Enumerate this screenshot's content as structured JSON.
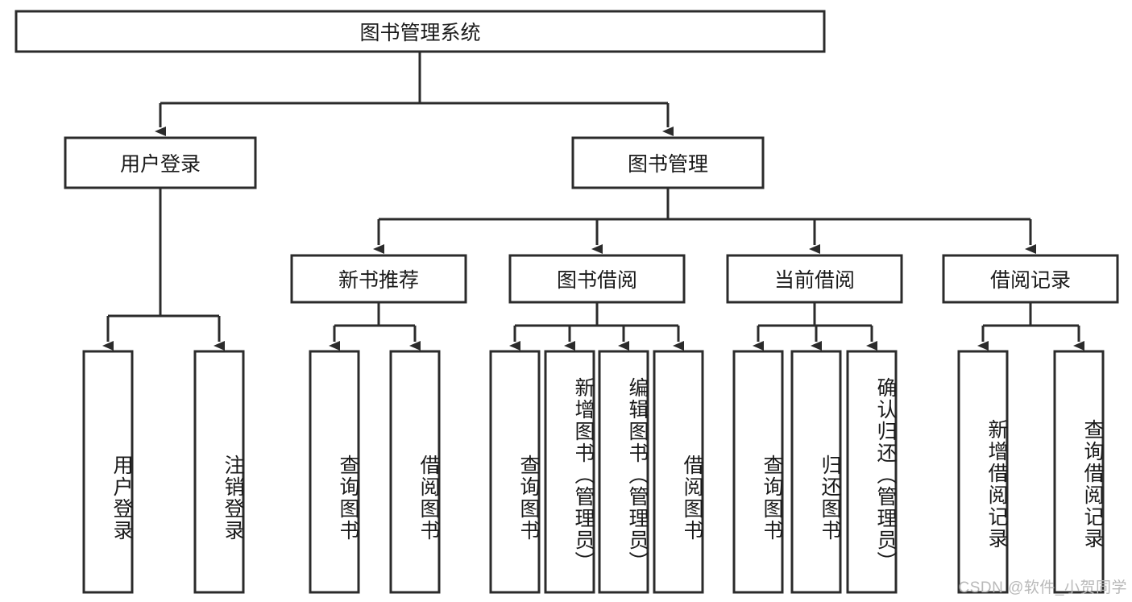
{
  "diagram": {
    "type": "tree",
    "title": "图书管理系统",
    "orientation": "top-down",
    "watermark": "CSDN @软件_小贺同学",
    "colors": {
      "background": "#ffffff",
      "box_fill": "#ffffff",
      "box_stroke": "#2b2b2b",
      "text": "#1a1a1a",
      "watermark": "#b9b9b9"
    },
    "levels": {
      "root": "图书管理系统",
      "level2": [
        "用户登录",
        "图书管理"
      ],
      "level3": [
        "新书推荐",
        "图书借阅",
        "当前借阅",
        "借阅记录"
      ]
    },
    "nodes": {
      "root": {
        "label": "图书管理系统"
      },
      "user_login": {
        "label": "用户登录"
      },
      "book_manage": {
        "label": "图书管理"
      },
      "new_book_rec": {
        "label": "新书推荐"
      },
      "book_borrow": {
        "label": "图书借阅"
      },
      "current_borrow": {
        "label": "当前借阅"
      },
      "borrow_record": {
        "label": "借阅记录"
      }
    },
    "leaves": {
      "user_login": [
        "用户登录",
        "注销登录"
      ],
      "new_book_rec": [
        "查询图书",
        "借阅图书"
      ],
      "book_borrow": [
        "查询图书",
        "新增图书（管理员）",
        "编辑图书（管理员）",
        "借阅图书"
      ],
      "current_borrow": [
        "查询图书",
        "归还图书",
        "确认归还（管理员）"
      ],
      "borrow_record": [
        "新增借阅记录",
        "查询借阅记录"
      ]
    },
    "edges": [
      {
        "from": "图书管理系统",
        "to": "用户登录"
      },
      {
        "from": "图书管理系统",
        "to": "图书管理"
      },
      {
        "from": "图书管理",
        "to": "新书推荐"
      },
      {
        "from": "图书管理",
        "to": "图书借阅"
      },
      {
        "from": "图书管理",
        "to": "当前借阅"
      },
      {
        "from": "图书管理",
        "to": "借阅记录"
      },
      {
        "from": "用户登录",
        "to": "用户登录"
      },
      {
        "from": "用户登录",
        "to": "注销登录"
      },
      {
        "from": "新书推荐",
        "to": "查询图书"
      },
      {
        "from": "新书推荐",
        "to": "借阅图书"
      },
      {
        "from": "图书借阅",
        "to": "查询图书"
      },
      {
        "from": "图书借阅",
        "to": "新增图书（管理员）"
      },
      {
        "from": "图书借阅",
        "to": "编辑图书（管理员）"
      },
      {
        "from": "图书借阅",
        "to": "借阅图书"
      },
      {
        "from": "当前借阅",
        "to": "查询图书"
      },
      {
        "from": "当前借阅",
        "to": "归还图书"
      },
      {
        "from": "当前借阅",
        "to": "确认归还（管理员）"
      },
      {
        "from": "借阅记录",
        "to": "新增借阅记录"
      },
      {
        "from": "借阅记录",
        "to": "查询借阅记录"
      }
    ]
  }
}
